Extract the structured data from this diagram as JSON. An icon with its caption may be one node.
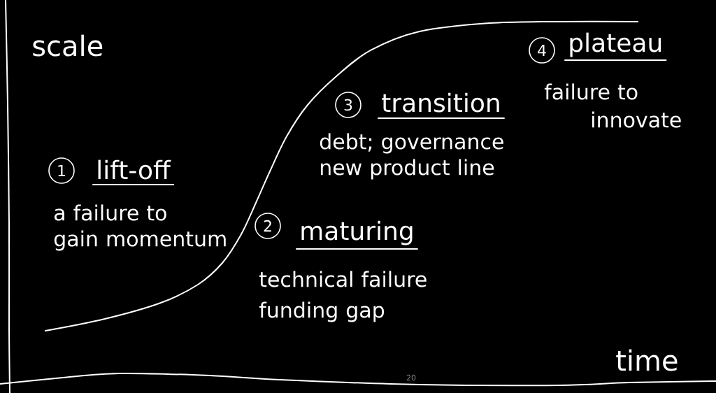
{
  "diagram": {
    "nodes": [
      {
        "text": [
          "1"
        ],
        "beside": [
          "lift-off",
          "a failure to gain momentum"
        ]
      },
      {
        "text": [
          "2"
        ],
        "beside": [
          "maturing",
          "technical failure funding gap"
        ]
      },
      {
        "text": [
          "3"
        ],
        "beside": [
          "transition",
          "debt; governance new product line"
        ]
      },
      {
        "text": [
          "4"
        ],
        "beside": [
          "plateau",
          "failure to innovate"
        ]
      }
    ],
    "labels": [
      "scale",
      "time",
      "20"
    ]
  }
}
